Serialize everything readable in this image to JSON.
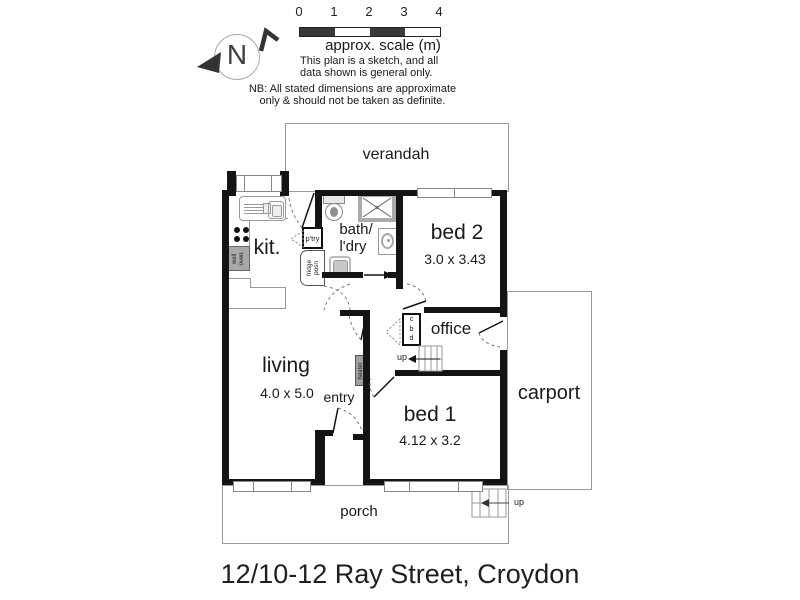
{
  "meta": {
    "title": "12/10-12 Ray Street, Croydon"
  },
  "legend": {
    "scale_ticks": [
      "0",
      "1",
      "2",
      "3",
      "4"
    ],
    "scale_label": "approx. scale (m)",
    "disclaimer_line1": "This plan is a sketch, and all",
    "disclaimer_line2": "data shown is general only.",
    "nb_line1": "NB: All stated dimensions are approximate",
    "nb_line2": "only & should not be taken as definite.",
    "north_letter": "N"
  },
  "rooms": {
    "verandah": {
      "label": "verandah"
    },
    "kitchen": {
      "label": "kit."
    },
    "bath": {
      "label_line1": "bath/",
      "label_line2": "l'dry"
    },
    "bed2": {
      "label": "bed 2",
      "dims": "3.0 x 3.43"
    },
    "office": {
      "label": "office"
    },
    "living": {
      "label": "living",
      "dims": "4.0 x 5.0"
    },
    "entry": {
      "label": "entry"
    },
    "bed1": {
      "label": "bed 1",
      "dims": "4.12 x 3.2"
    },
    "carport": {
      "label": "carport"
    },
    "porch": {
      "label": "porch"
    }
  },
  "fixtures": {
    "pantry_label": "p'try",
    "fridge_line1": "fridge",
    "fridge_line2": "posn",
    "wall_oven_line1": "wall",
    "wall_oven_line2": "oven",
    "heater_label": "heater",
    "cupboard_letters": [
      "c",
      "b",
      "d"
    ],
    "up_office": "up",
    "up_porch": "up"
  },
  "colors": {
    "wall": "#141414",
    "outline_gray": "#999999",
    "fixture_gray": "#a8a8a8",
    "text": "#1a1a1a"
  }
}
